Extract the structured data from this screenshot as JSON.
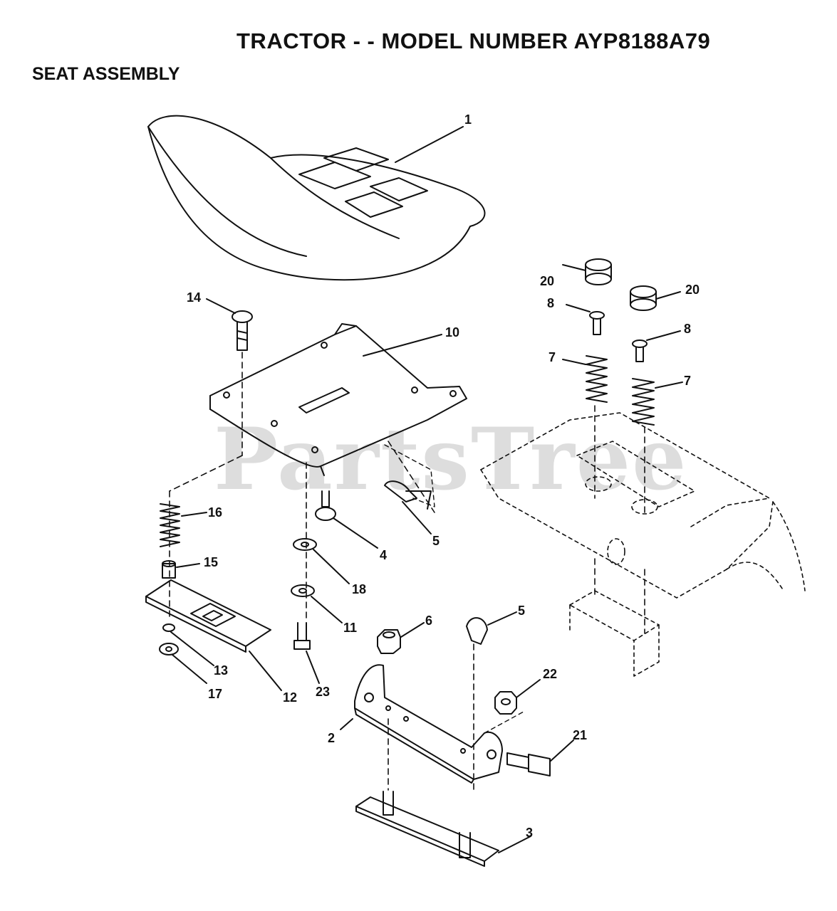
{
  "header": {
    "title": "TRACTOR - - MODEL NUMBER AYP8188A79",
    "subtitle": "SEAT ASSEMBLY"
  },
  "watermark": "PartsTree",
  "callouts": {
    "c1": "1",
    "c2": "2",
    "c3": "3",
    "c4": "4",
    "c5a": "5",
    "c5b": "5",
    "c6": "6",
    "c7a": "7",
    "c7b": "7",
    "c8a": "8",
    "c8b": "8",
    "c10": "10",
    "c11": "11",
    "c12": "12",
    "c13": "13",
    "c14": "14",
    "c15": "15",
    "c16": "16",
    "c17": "17",
    "c18": "18",
    "c20a": "20",
    "c20b": "20",
    "c21": "21",
    "c22": "22",
    "c23": "23"
  }
}
